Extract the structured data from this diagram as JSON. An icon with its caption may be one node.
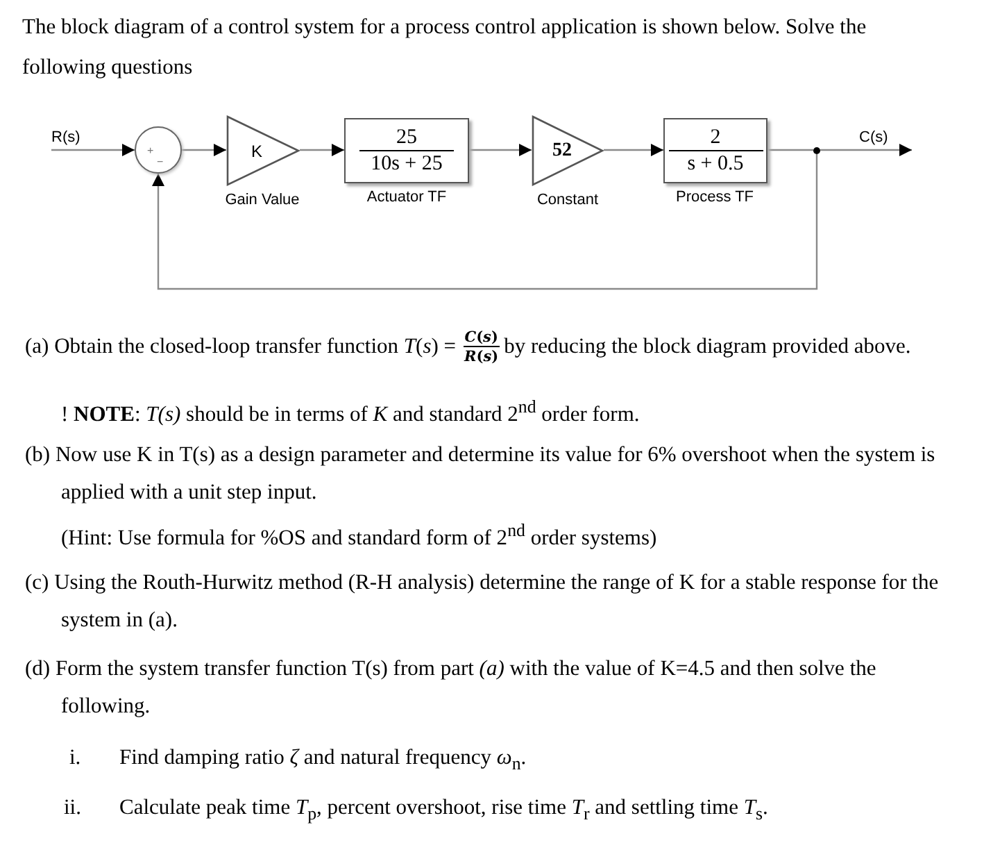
{
  "diagram": {
    "title": "The block diagram of a control system for a process control application is shown below. Solve the following questions",
    "nodes": [
      {
        "text": [
          "R(s)"
        ]
      },
      {
        "text": [
          "+",
          "−"
        ]
      },
      {
        "text": [
          "K"
        ],
        "beside": [
          "Gain Value"
        ]
      },
      {
        "text": [
          "25",
          "10s + 25"
        ],
        "beside": [
          "Actuator TF"
        ]
      },
      {
        "text": [
          "52"
        ],
        "beside": [
          "Constant"
        ]
      },
      {
        "text": [
          "2",
          "s + 0.5"
        ],
        "beside": [
          "Process TF"
        ]
      },
      {
        "text": [],
        "shape": "circle"
      },
      {
        "text": [
          "C(s)"
        ]
      }
    ],
    "edges": [
      {
        "from": 0,
        "to": 1,
        "arrow": "to"
      },
      {
        "from": 1,
        "to": 2,
        "arrow": "to"
      },
      {
        "from": 2,
        "to": 3,
        "arrow": "to"
      },
      {
        "from": 3,
        "to": 4,
        "arrow": "to"
      },
      {
        "from": 4,
        "to": 5,
        "arrow": "to"
      },
      {
        "from": 5,
        "to": 6,
        "arrow": "none"
      },
      {
        "from": 6,
        "to": 7,
        "arrow": "to"
      },
      {
        "from": 6,
        "to": 1,
        "arrow": "to"
      }
    ],
    "labels": [
      "(a) Obtain the closed-loop transfer function *T*(*s*) =",
      "*C*(*s*)",
      "*R*(*s*)",
      "by reducing the block diagram provided above.",
      "! **NOTE**: *T(s)* should be in terms of *K* and standard 2$^{nd}$ order form.",
      "(b) Now use K in T(s) as a design parameter and determine its value for 6% overshoot when the system is applied with a unit step input.",
      "(Hint: Use formula for %OS and standard form of 2$^{nd}$ order systems)",
      "(c) Using the Routh-Hurwitz method (R-H analysis) determine the range of K for a stable response for the system in (a).",
      "(d) Form the system transfer function T(s) from part *(a)* with the value of K=4.5 and then solve the following.",
      "i.",
      "Find damping ratio *ζ* and natural frequency *ω*$_{n}$.",
      "ii.",
      "Calculate peak time *T*$_{p}$, percent overshoot, rise time *T*$_{r}$ and settling time *T*$_{s}$."
    ]
  }
}
